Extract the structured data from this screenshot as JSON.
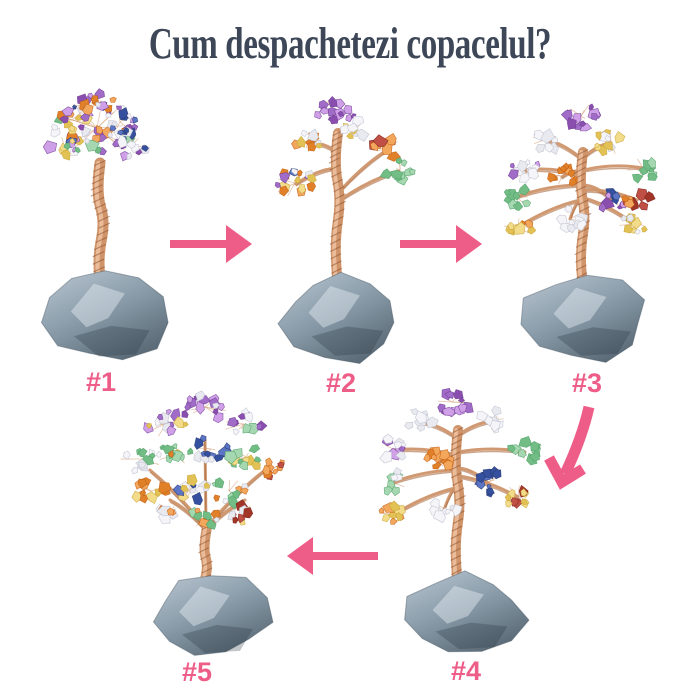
{
  "title": "Cum despachetezi copacelul?",
  "steps": [
    {
      "id": 1,
      "label": "#1"
    },
    {
      "id": 2,
      "label": "#2"
    },
    {
      "id": 3,
      "label": "#3"
    },
    {
      "id": 4,
      "label": "#4"
    },
    {
      "id": 5,
      "label": "#5"
    }
  ],
  "arrows": [
    {
      "icon": "arrow-right-icon",
      "from": "#1",
      "to": "#2"
    },
    {
      "icon": "arrow-right-icon",
      "from": "#2",
      "to": "#3"
    },
    {
      "icon": "arrow-down-left-icon",
      "from": "#3",
      "to": "#4"
    },
    {
      "icon": "arrow-left-icon",
      "from": "#4",
      "to": "#5"
    }
  ],
  "colors": {
    "background": "#ffffff",
    "title": "#3d4757",
    "accent": "#ee5d87",
    "trunk": [
      "#eec3a2",
      "#cf9469",
      "#aa6a40",
      "#8a4a28"
    ],
    "rock": [
      "#bac7d1",
      "#8c9eac",
      "#5c6c78"
    ],
    "gems": {
      "purple": [
        "#cfa0e8",
        "#a06cc8",
        "#8a4fae",
        "#6e3b91"
      ],
      "orange": [
        "#f2a75c",
        "#e0812a",
        "#c25b10"
      ],
      "green": [
        "#a5d8b0",
        "#72bd85",
        "#4f9e66"
      ],
      "white": [
        "#f5f4f8",
        "#e9e9f0",
        "#b9bdcc"
      ],
      "blue": [
        "#5b74c4",
        "#34509e",
        "#25376e"
      ],
      "yellow": [
        "#f2dc8a",
        "#e3c255",
        "#c7a133"
      ],
      "red": [
        "#c05045",
        "#a13528",
        "#7e2118"
      ]
    }
  }
}
